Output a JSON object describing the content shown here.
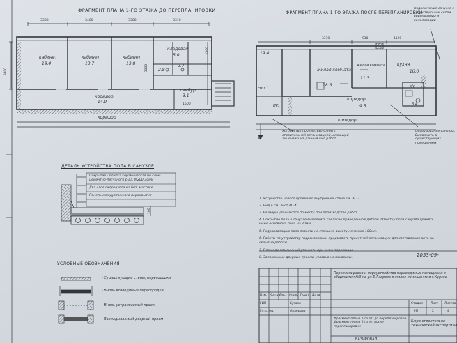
{
  "plan_before": {
    "title": "ФРАГМЕНТ ПЛАНА 1-ГО ЭТАЖА ДО ПЕРЕПЛАНИРОВКИ",
    "dims_top": [
      "3300",
      "3400",
      "3300",
      "3310"
    ],
    "dims_side": [
      "5000",
      "1500",
      "3000"
    ],
    "rooms": [
      {
        "name": "кабинет",
        "area": "19.4"
      },
      {
        "name": "кабинет",
        "area": "13.7"
      },
      {
        "name": "кабинет",
        "area": "13.8"
      },
      {
        "name": "кладовая",
        "area": "5.0"
      },
      {
        "name": "",
        "area": "2.8"
      },
      {
        "name": "",
        "area": "2.7"
      },
      {
        "name": "тамбур",
        "area": "3.1"
      },
      {
        "name": "коридор",
        "area": "14.0"
      }
    ],
    "corridor": "коридор",
    "dims_bottom": [
      "1500"
    ]
  },
  "plan_after": {
    "title": "ФРАГМЕНТ ПЛАНА 1-ГО ЭТАЖА ПОСЛЕ ПЕРЕПЛАНИРОВКИ",
    "corner_note": "Подключение санузла к существующим сетям водопровода и канализации",
    "dims_top": [
      "3370",
      "910",
      "1120"
    ],
    "rooms": [
      {
        "name": "",
        "area": "19.4"
      },
      {
        "name": "жилая комната",
        "area": "18.6"
      },
      {
        "name": "жилая комната",
        "area": "11.3"
      },
      {
        "name": "кухня",
        "area": "10.0"
      },
      {
        "name": "коридор",
        "area": "9.5"
      },
      {
        "name": "с/у",
        "area": "3.4"
      },
      {
        "name": "см.л.1",
        "area": ""
      }
    ],
    "opening_label": "ПР1",
    "corridor": "коридор",
    "note_left": "Устройство проема. Выполнить строительной организацией, имеющей лицензию на данный вид работ.",
    "note_right": "Оборудование санузла. Выполнить в существующих помещениях",
    "axis_mark": "A"
  },
  "detail": {
    "title": "ДЕТАЛЬ УСТРОЙСТВА ПОЛА В САНУЗЛЕ",
    "layers": [
      "Покрытие - плитка керамическая по слою цементно-песчаного р-ра, М200-30мм",
      "Два слоя гидроизола на бит. мастике",
      "Панель междуэтажного перекрытия"
    ],
    "dim": "100"
  },
  "legend": {
    "title": "УСЛОВНЫЕ ОБОЗНАЧЕНИЯ",
    "items": [
      "- Существующие стены, перегородки",
      "- Вновь возводимые перегородки",
      "- Вновь устраиваемый проем",
      "- Закладываемый дверной проем"
    ]
  },
  "notes": [
    "1. Устройство нового проема во внутренней стене см. АС-3.",
    "2. Вид А см. лист АС-4.",
    "3. Размеры уточняются по месту при производстве работ.",
    "4. Покрытие пола в санузле выполнить согласно приведенной детали. Отметку пола санузла принять ниже основного пола на 20мм.",
    "5. Гидроизоляцию пола завести на стены на высоту не менее 100мм.",
    "6. Работы по устройству гидроизоляции предъявить проектной организации для составления акта на скрытые работы.",
    "7. Площади помещений уточнить при инвентаризации.",
    "8. Заложенные дверные проемы условно не показаны."
  ],
  "title_block": {
    "code": "2053-09-",
    "project": "Перепланировка и переустройство переводимых помещений в общежитии №3 по ул.Б.Лаврова в жилое помещение в г.Курске",
    "sheet_desc": "Фрагмент плана 1-го эт. до перепланировки. Фрагмент плана 1-го эт. после перепланировки",
    "cols": [
      "Изм.",
      "Кол.уч.",
      "Лист",
      "№док",
      "Подп.",
      "Дата"
    ],
    "roles": [
      {
        "role": "ГИП",
        "name": "Бугаев"
      },
      {
        "role": "Гл. спец.",
        "name": "Орлерова"
      }
    ],
    "stage_headers": [
      "Стадия",
      "Лист",
      "Листов"
    ],
    "stage_values": [
      "РП",
      "2",
      "4"
    ],
    "org": "Бюро строительно-технической экспертизы",
    "bottom": "БАЗИРОВАЛ"
  }
}
